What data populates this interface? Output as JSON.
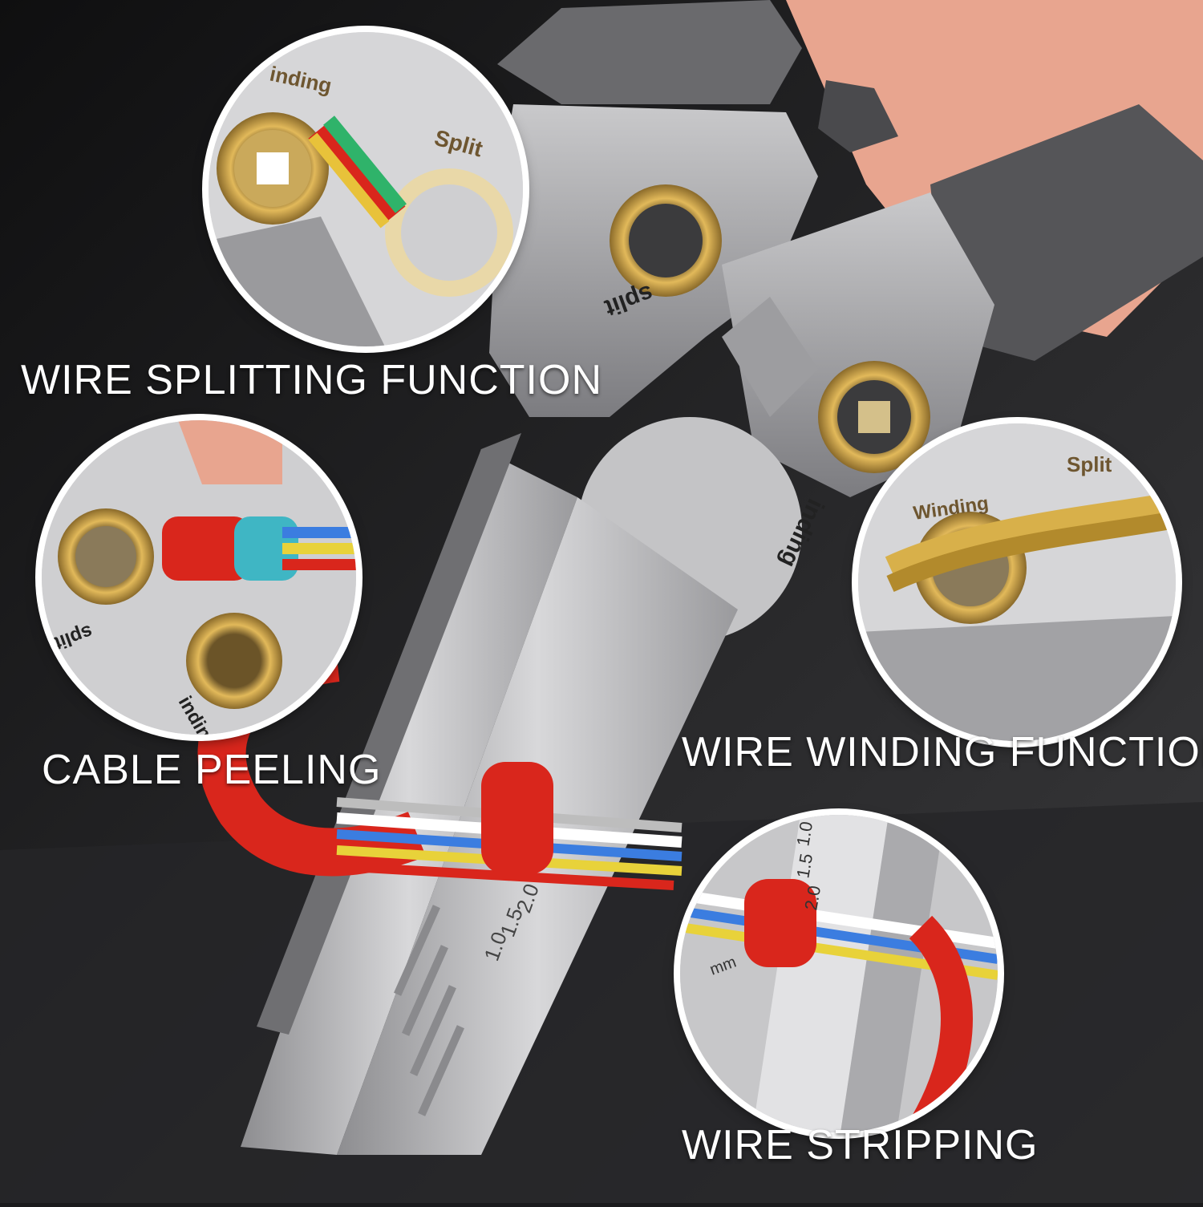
{
  "captions": {
    "wire_splitting": "WIRE SPLITTING FUNCTION",
    "cable_peeling": "CABLE PEELING",
    "wire_winding": "WIRE WINDING FUNCTION",
    "wire_stripping": "WIRE STRIPPING"
  },
  "tool_labels": {
    "split": "split",
    "split_cap": "Split",
    "winding": "Winding",
    "winding_partial_top": "inding",
    "winding_partial_jaw": "inding"
  },
  "gauge_numbers": [
    "1.0",
    "1.5",
    "2.0"
  ],
  "gauge_unit": "mm",
  "colors": {
    "background": "#1b1b1d",
    "steel": "#b9b9bb",
    "brass": "#c79a3a",
    "cable_red": "#d9261c",
    "cable_teal": "#3fb6c4",
    "caption": "#ffffff"
  }
}
